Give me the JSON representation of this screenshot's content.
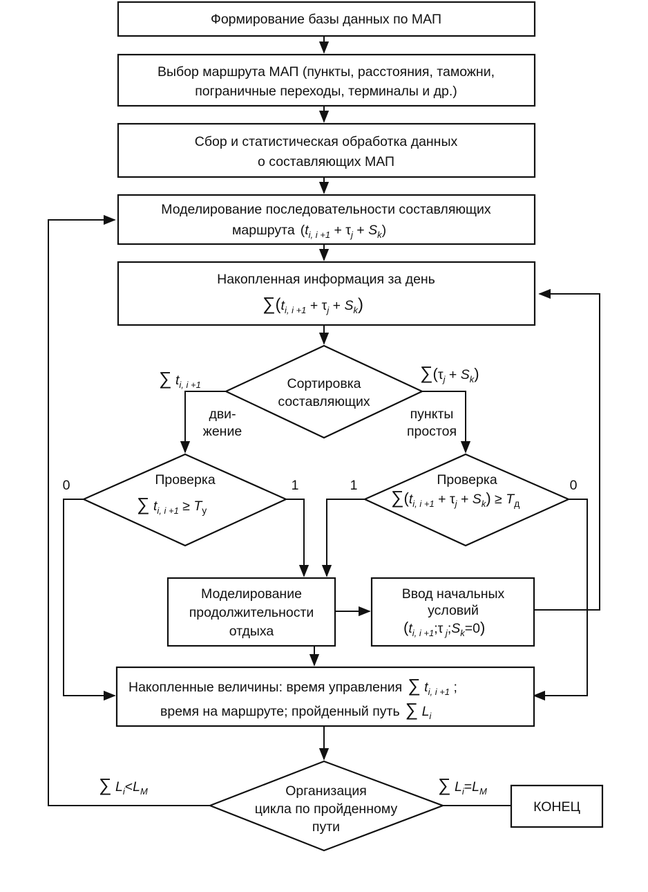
{
  "diagram": {
    "nodes": {
      "db_formation": {
        "lines": [
          "Формирование базы данных по МАП"
        ]
      },
      "route_select": {
        "lines": [
          "Выбор маршрута МАП (пункты, расстояния, таможни,",
          "пограничные переходы, терминалы и др.)"
        ]
      },
      "data_collect": {
        "lines": [
          "Сбор и статистическая обработка данных",
          "о составляющих МАП"
        ]
      },
      "seq_model": {
        "line1": "Моделирование последовательности составляющих",
        "line2_prefix": "маршрута",
        "formula": "(t i, i+1 + τ j + S k)"
      },
      "day_info": {
        "line1": "Накопленная информация за день",
        "formula": "∑(t i, i+1 + τ j + S k)"
      },
      "sort": {
        "lines": [
          "Сортировка",
          "составляющих"
        ]
      },
      "check_left": {
        "line1": "Проверка",
        "formula": "∑ t i, i+1 ≥ T у"
      },
      "check_right": {
        "line1": "Проверка",
        "formula": "∑(t i, i+1 + τ j + S k) ≥ T д"
      },
      "rest_model": {
        "lines": [
          "Моделирование",
          "продолжительности",
          "отдыха"
        ]
      },
      "init_input": {
        "lines": [
          "Ввод начальных",
          "условий"
        ],
        "formula": "(t i, i+1; τ j; S k=0)"
      },
      "accumulated": {
        "line1_prefix": "Накопленные величины: время управления",
        "line1_formula": "∑ t i, i+1 ;",
        "line2_prefix": "время на маршруте; пройденный путь",
        "line2_formula": "∑ L i"
      },
      "loop": {
        "lines": [
          "Организация",
          "цикла по пройденному",
          "пути"
        ]
      },
      "end": {
        "label": "КОНЕЦ"
      }
    },
    "edge_labels": {
      "sort_left": "∑ t i, i+1",
      "sort_right": "∑(τ j + S k)",
      "movement": [
        "дви-",
        "жение"
      ],
      "idle_points": [
        "пункты",
        "простоя"
      ],
      "left_no": "0",
      "left_yes": "1",
      "right_yes": "1",
      "right_no": "0",
      "loop_continue": "∑ L i < L M",
      "loop_exit": "∑ L i = L M"
    }
  }
}
